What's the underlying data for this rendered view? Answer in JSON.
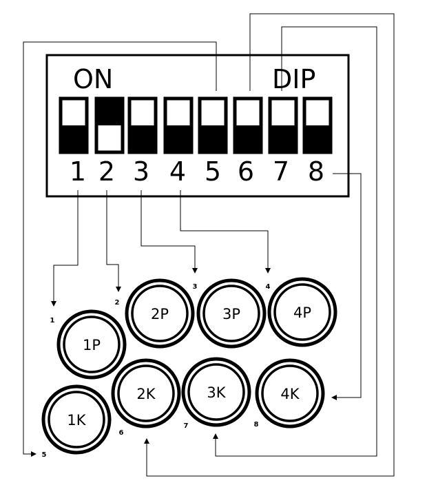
{
  "dip": {
    "on_label": "ON",
    "title": "DIP",
    "switches": [
      {
        "number": "1",
        "position": "on"
      },
      {
        "number": "2",
        "position": "off"
      },
      {
        "number": "3",
        "position": "on"
      },
      {
        "number": "4",
        "position": "on"
      },
      {
        "number": "5",
        "position": "on"
      },
      {
        "number": "6",
        "position": "on"
      },
      {
        "number": "7",
        "position": "on"
      },
      {
        "number": "8",
        "position": "on"
      }
    ]
  },
  "buttons": [
    {
      "label": "1P",
      "pin": "1"
    },
    {
      "label": "2P",
      "pin": "2"
    },
    {
      "label": "3P",
      "pin": "3"
    },
    {
      "label": "4P",
      "pin": "4"
    },
    {
      "label": "1K",
      "pin": "5"
    },
    {
      "label": "2K",
      "pin": "6"
    },
    {
      "label": "3K",
      "pin": "7"
    },
    {
      "label": "4K",
      "pin": "8"
    }
  ]
}
